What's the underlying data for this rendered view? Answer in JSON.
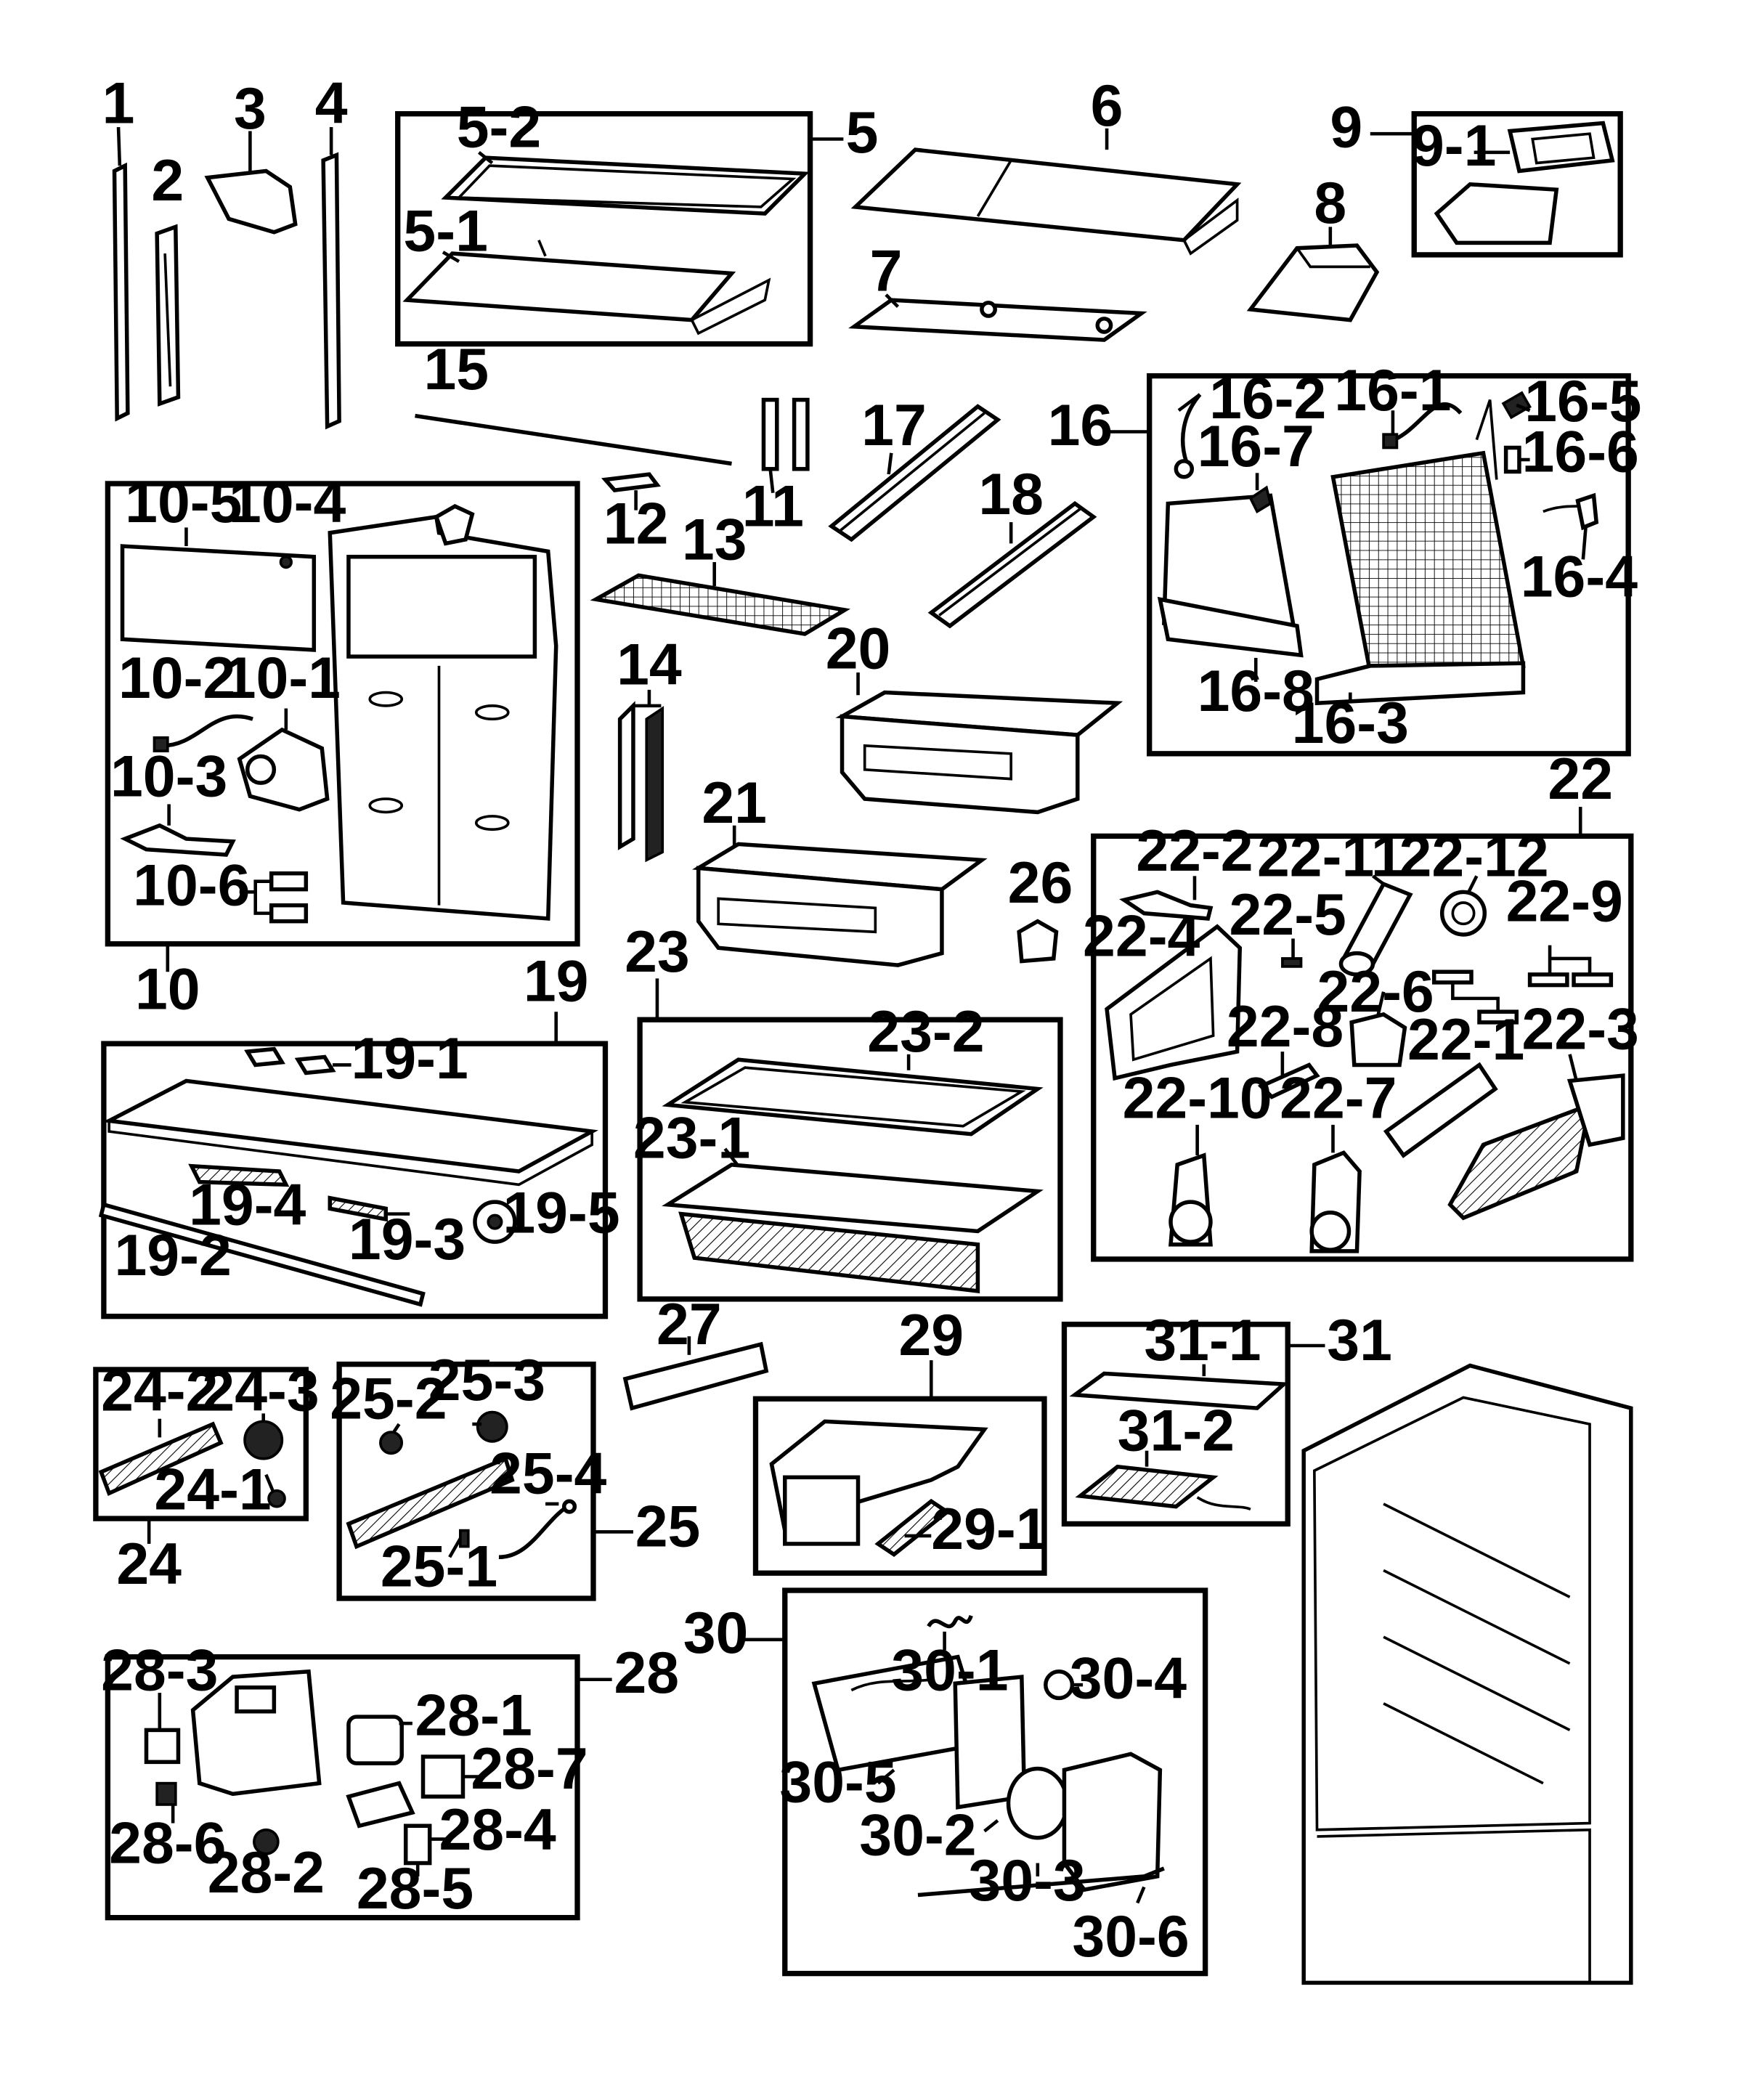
{
  "labels": {
    "p1": "1",
    "p2": "2",
    "p3": "3",
    "p4": "4",
    "p5": "5",
    "p5_1": "5-1",
    "p5_2": "5-2",
    "p6": "6",
    "p7": "7",
    "p8": "8",
    "p9": "9",
    "p9_1": "9-1",
    "p10": "10",
    "p10_1": "10-1",
    "p10_2": "10-2",
    "p10_3": "10-3",
    "p10_4": "10-4",
    "p10_5": "10-5",
    "p10_6": "10-6",
    "p11": "11",
    "p12": "12",
    "p13": "13",
    "p14": "14",
    "p15": "15",
    "p16": "16",
    "p16_1": "16-1",
    "p16_2": "16-2",
    "p16_3": "16-3",
    "p16_4": "16-4",
    "p16_5": "16-5",
    "p16_6": "16-6",
    "p16_7": "16-7",
    "p16_8": "16-8",
    "p17": "17",
    "p18": "18",
    "p19": "19",
    "p19_1": "19-1",
    "p19_2": "19-2",
    "p19_3": "19-3",
    "p19_4": "19-4",
    "p19_5": "19-5",
    "p20": "20",
    "p21": "21",
    "p22": "22",
    "p22_1": "22-1",
    "p22_2": "22-2",
    "p22_3": "22-3",
    "p22_4": "22-4",
    "p22_5": "22-5",
    "p22_6": "22-6",
    "p22_7": "22-7",
    "p22_8": "22-8",
    "p22_9": "22-9",
    "p22_10": "22-10",
    "p22_11": "22-11",
    "p22_12": "22-12",
    "p23": "23",
    "p23_1": "23-1",
    "p23_2": "23-2",
    "p24": "24",
    "p24_1": "24-1",
    "p24_2": "24-2",
    "p24_3": "24-3",
    "p25": "25",
    "p25_1": "25-1",
    "p25_2": "25-2",
    "p25_3": "25-3",
    "p25_4": "25-4",
    "p26": "26",
    "p27": "27",
    "p28": "28",
    "p28_1": "28-1",
    "p28_2": "28-2",
    "p28_3": "28-3",
    "p28_4": "28-4",
    "p28_5": "28-5",
    "p28_6": "28-6",
    "p28_7": "28-7",
    "p29": "29",
    "p29_1": "29-1",
    "p30": "30",
    "p30_1": "30-1",
    "p30_2": "30-2",
    "p30_3": "30-3",
    "p30_4": "30-4",
    "p30_5": "30-5",
    "p30_6": "30-6",
    "p31": "31",
    "p31_1": "31-1",
    "p31_2": "31-2"
  }
}
